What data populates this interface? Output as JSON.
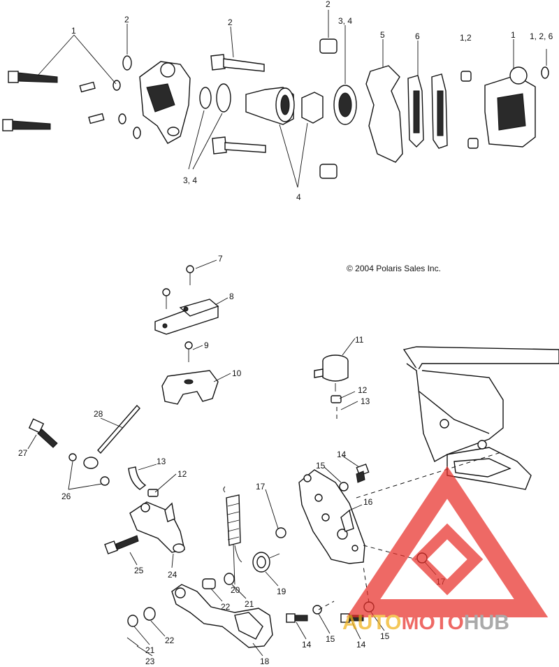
{
  "copyright": "© 2004 Polaris Sales Inc.",
  "watermark": {
    "part1": "AUTO",
    "part2": "MOTO",
    "part3": "HUB",
    "colors": {
      "red": "#e8302a",
      "gold": "#f0b21a",
      "gray": "#8a8a8a"
    }
  },
  "callouts": {
    "c1a": "1",
    "c2a": "2",
    "c2b": "2",
    "c2c": "2",
    "c34a": "3, 4",
    "c5": "5",
    "c6": "6",
    "c12a": "1,2",
    "c1b": "1",
    "c126": "1, 2, 6",
    "c34b": "3, 4",
    "c4": "4",
    "c7": "7",
    "c8": "8",
    "c9": "9",
    "c10": "10",
    "c11": "11",
    "c12": "12",
    "c13": "13",
    "c28": "28",
    "c27": "27",
    "c26": "26",
    "c13b": "13",
    "c12b": "12",
    "c14a": "14",
    "c15a": "15",
    "c16": "16",
    "c17a": "17",
    "c25": "25",
    "c24": "24",
    "c20": "20",
    "c19": "19",
    "c17b": "17",
    "c22a": "22",
    "c21a": "21",
    "c22b": "22",
    "c21b": "21",
    "c23": "23",
    "c18": "18",
    "c14b": "14",
    "c15b": "15",
    "c14c": "14",
    "c15c": "15"
  }
}
